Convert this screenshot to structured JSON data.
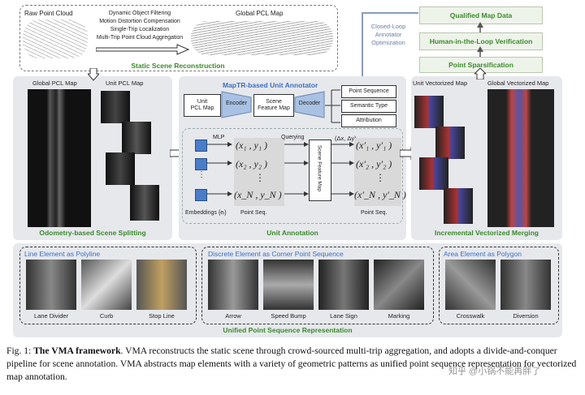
{
  "top": {
    "raw_point_cloud": "Raw Point Cloud",
    "steps": [
      "Dynamic Object Filtering",
      "Motion Distortion Compensation",
      "Single-Trip Localization",
      "Multi-Trip Point Cloud Aggregation"
    ],
    "global_pcl_map": "Global PCL Map",
    "static_scene_reconstruction": "Static Scene Reconstruction",
    "closed_loop": "Closed-Loop\nAnnotator\nOptimization"
  },
  "right_stack": {
    "qualified_map_data": "Qualified Map Data",
    "human_in_the_loop": "Human-in-the-Loop Verification",
    "point_sparsification": "Point Sparsification"
  },
  "left_panel": {
    "global_pcl_map": "Global PCL Map",
    "unit_pcl_map": "Unit PCL Map",
    "title": "Odometry-based Scene Splitting"
  },
  "center_panel": {
    "annotator_title": "MapTR-based Unit Annotator",
    "unit_pcl_map": "Unit\nPCL Map",
    "encoder": "Encoder",
    "scene_feature_map": "Scene\nFeature Map",
    "decoder": "Decoder",
    "outputs": [
      "Point Sequence",
      "Semantic Type",
      "Attribution"
    ],
    "mlp": "MLP",
    "querying": "Querying",
    "delta": "(Δx, Δy)",
    "scene_feature_map_vertical": "Scene Feature Map",
    "points_in": [
      "(x₁ , y₁ )",
      "(x₂ , y₂ )",
      "⋮",
      "(x_N , y_N )"
    ],
    "points_out": [
      "(x′₁ , y′₁ )",
      "(x′₂ , y′₂ )",
      "⋮",
      "(x′_N , y′_N )"
    ],
    "embeddings": "Embeddings {eᵢ}",
    "point_seq_1": "Point Seq.",
    "point_seq_2": "Point Seq.",
    "title": "Unit Annotation"
  },
  "right_panel": {
    "unit_vectorized_map": "Unit Vectorized Map",
    "global_vectorized_map": "Global Vectorized Map",
    "title": "Incremental Vectorized Merging"
  },
  "bottom": {
    "group1_title": "Line Element as Polyline",
    "group1_items": [
      "Lane Divider",
      "Curb",
      "Stop Line"
    ],
    "group2_title": "Discrete Element as Corner Point Sequence",
    "group2_items": [
      "Arrow",
      "Speed Bump",
      "Lane Sign",
      "Marking"
    ],
    "group3_title": "Area Element as Polygon",
    "group3_items": [
      "Crosswalk",
      "Diversion"
    ],
    "title": "Unified Point Sequence Representation"
  },
  "caption": {
    "label": "Fig. 1:",
    "bold": "The VMA framework",
    "text": ". VMA reconstructs the static scene through crowd-sourced multi-trip aggregation, and adopts a divide-and-conquer pipeline for scene annotation. VMA abstracts map elements with a variety of geometric patterns as unified point sequence representation for vectorized map annotation."
  },
  "watermark": "知乎 @小锅不能再胖了",
  "colors": {
    "green_title": "#3a8a2a",
    "blue_title": "#3b6fc4",
    "panel_bg": "#e6e8ec",
    "encoder_fill": "#a9c1e3"
  }
}
